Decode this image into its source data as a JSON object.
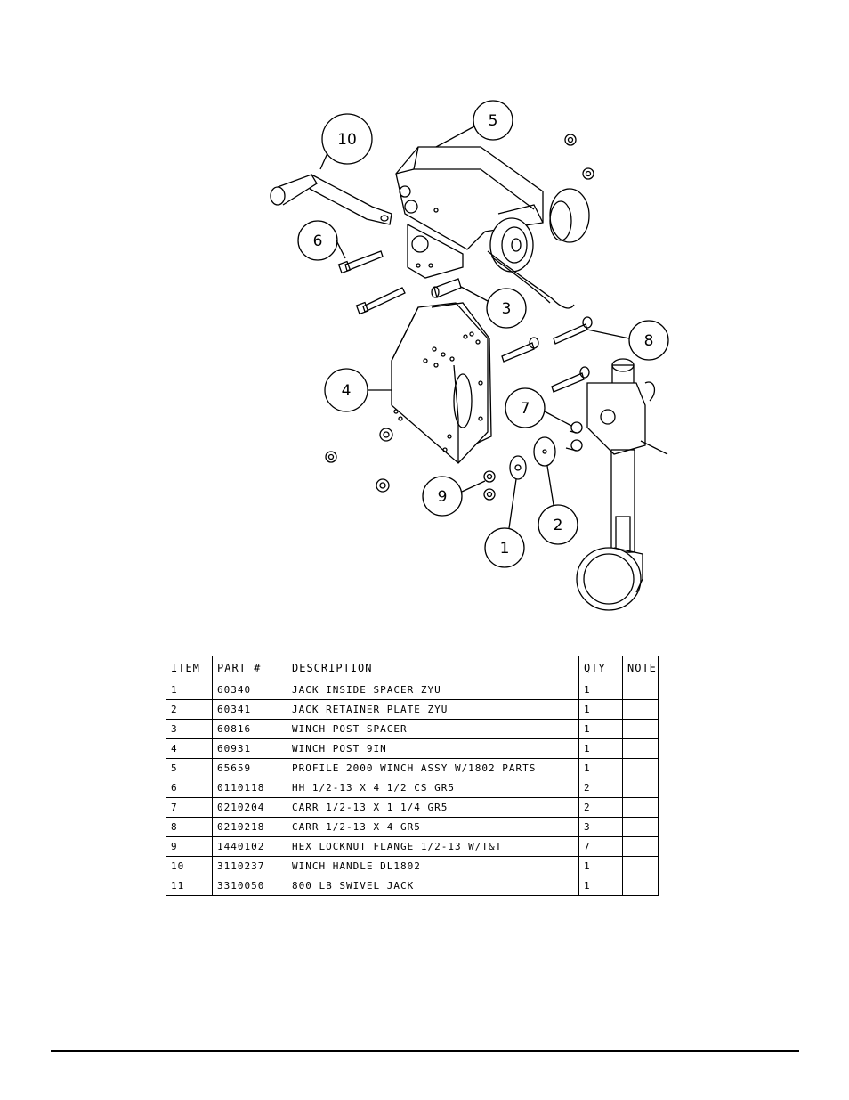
{
  "balloons": [
    "10",
    "5",
    "6",
    "3",
    "8",
    "4",
    "7",
    "9",
    "2",
    "1"
  ],
  "table": {
    "headers": {
      "item": "ITEM",
      "part": "PART #",
      "description": "DESCRIPTION",
      "qty": "QTY",
      "note": "NOTE"
    },
    "rows": [
      {
        "item": "1",
        "part": "60340",
        "description": "JACK INSIDE SPACER ZYU",
        "qty": "1",
        "note": ""
      },
      {
        "item": "2",
        "part": "60341",
        "description": "JACK RETAINER PLATE ZYU",
        "qty": "1",
        "note": ""
      },
      {
        "item": "3",
        "part": "60816",
        "description": "WINCH POST SPACER",
        "qty": "1",
        "note": ""
      },
      {
        "item": "4",
        "part": "60931",
        "description": "WINCH POST 9IN",
        "qty": "1",
        "note": ""
      },
      {
        "item": "5",
        "part": "65659",
        "description": "PROFILE 2000 WINCH ASSY W/1802 PARTS",
        "qty": "1",
        "note": ""
      },
      {
        "item": "6",
        "part": "0110118",
        "description": "HH 1/2-13 X 4 1/2 CS GR5",
        "qty": "2",
        "note": ""
      },
      {
        "item": "7",
        "part": "0210204",
        "description": "CARR 1/2-13 X 1 1/4 GR5",
        "qty": "2",
        "note": ""
      },
      {
        "item": "8",
        "part": "0210218",
        "description": "CARR 1/2-13 X 4 GR5",
        "qty": "3",
        "note": ""
      },
      {
        "item": "9",
        "part": "1440102",
        "description": "HEX LOCKNUT FLANGE 1/2-13 W/T&T",
        "qty": "7",
        "note": ""
      },
      {
        "item": "10",
        "part": "3110237",
        "description": "WINCH HANDLE  DL1802",
        "qty": "1",
        "note": ""
      },
      {
        "item": "11",
        "part": "3310050",
        "description": "800 LB SWIVEL JACK",
        "qty": "1",
        "note": ""
      }
    ]
  }
}
